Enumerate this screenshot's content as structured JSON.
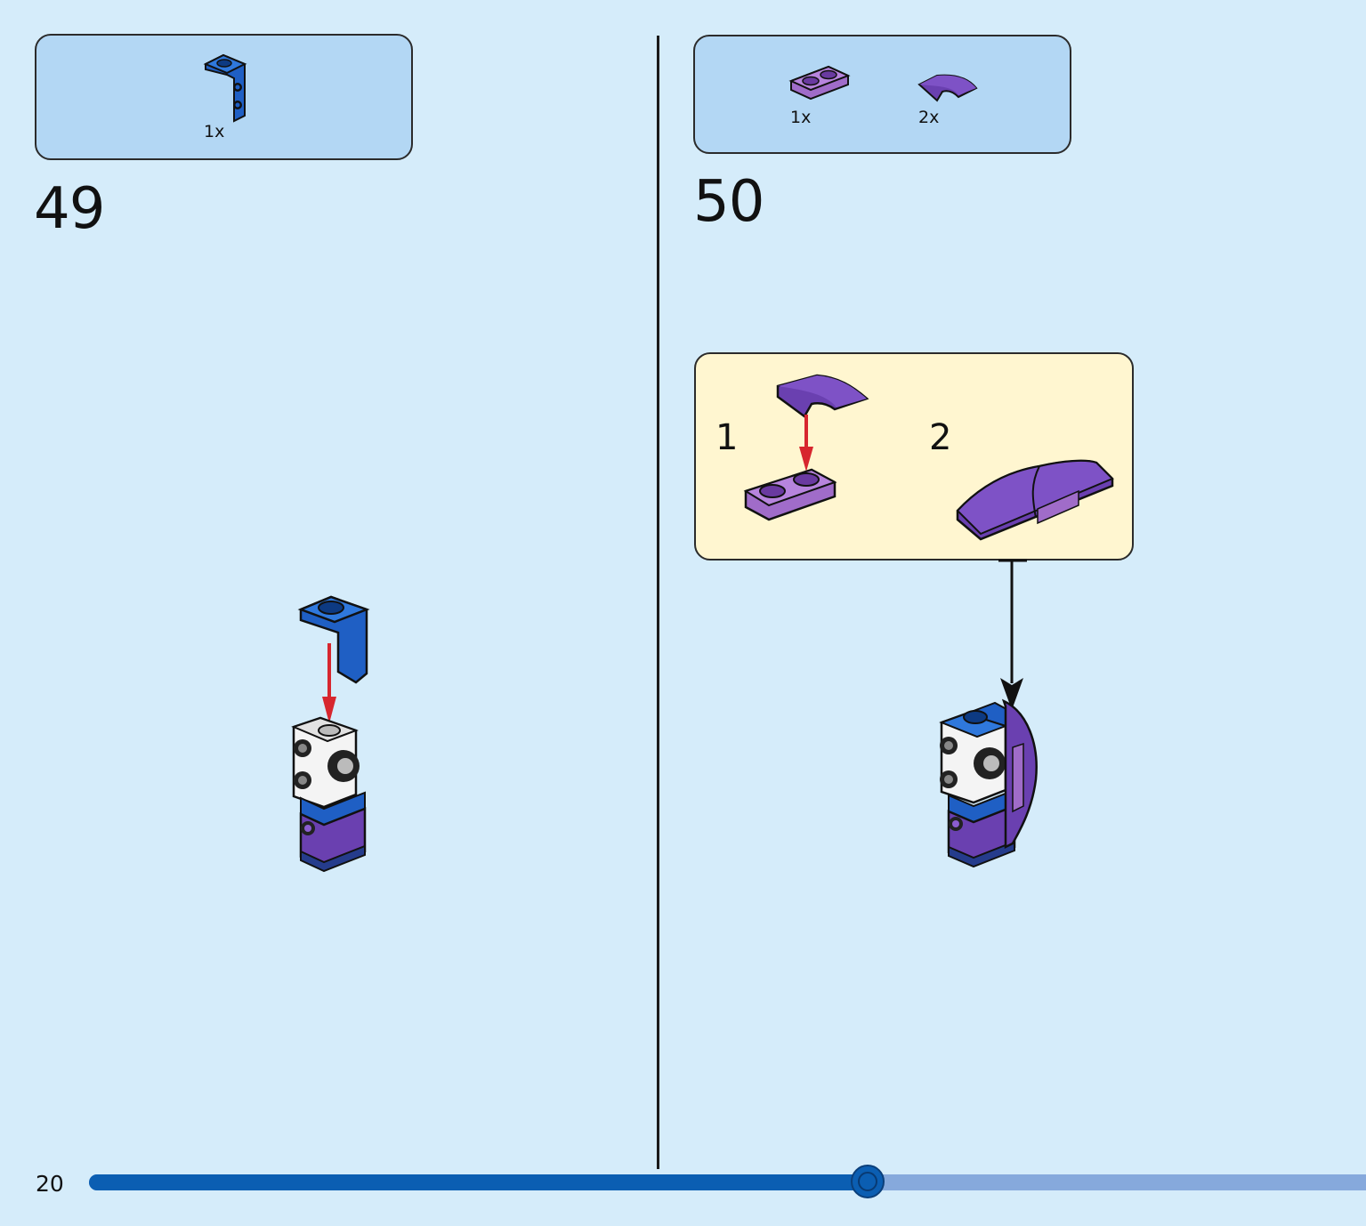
{
  "page": {
    "number": "20",
    "progress_fraction": 0.61
  },
  "colors": {
    "background": "#d5ecfa",
    "parts_box": "#b3d7f4",
    "sub_box": "#fff6d0",
    "blue_brick": "#1f5fc4",
    "purple_brick": "#6a40b0",
    "lilac_plate": "#a06cc9",
    "arrow_red": "#d7262e",
    "progress": "#0b5eb2",
    "progress_track": "#86a9dc"
  },
  "steps": [
    {
      "number": "49",
      "parts": [
        {
          "icon": "blue-bracket-icon",
          "qty": "1x"
        }
      ]
    },
    {
      "number": "50",
      "parts": [
        {
          "icon": "lilac-plate-1x2-icon",
          "qty": "1x"
        },
        {
          "icon": "purple-curved-slope-icon",
          "qty": "2x"
        }
      ],
      "substeps": [
        "1",
        "2"
      ]
    }
  ]
}
